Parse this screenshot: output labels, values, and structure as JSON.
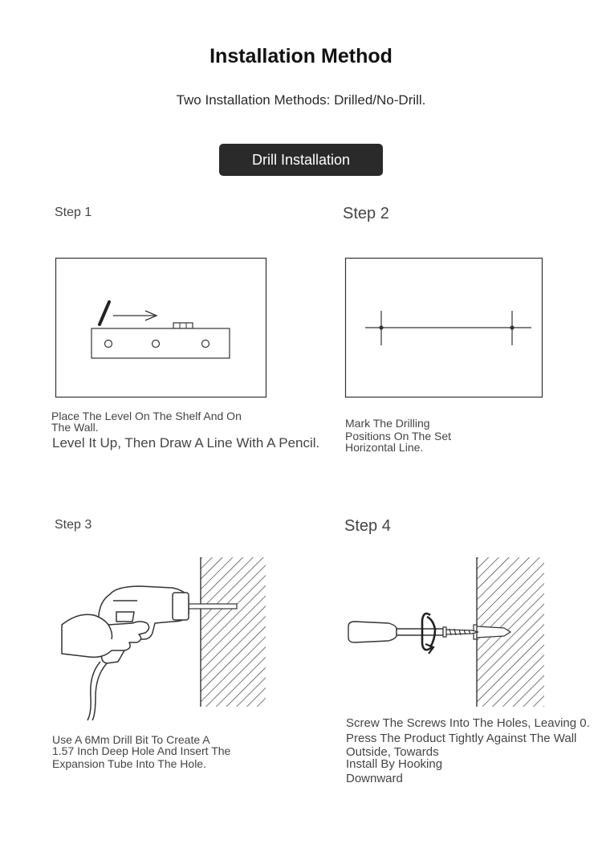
{
  "header": {
    "title": "Installation Method",
    "subtitle": "Two Installation Methods: Drilled/No-Drill.",
    "badge": "Drill Installation"
  },
  "steps": [
    {
      "label": "Step 1",
      "caption_lines": [
        "Place The Level On The Shelf And On",
        "The Wall."
      ],
      "caption_large": "Level It Up, Then Draw A Line With A Pencil."
    },
    {
      "label": "Step 2",
      "caption_lines": [
        "Mark The Drilling",
        "Positions On The Set",
        "Horizontal Line."
      ]
    },
    {
      "label": "Step 3",
      "caption_lines": [
        "Use A 6Mm Drill Bit To Create A",
        "1.57 Inch Deep Hole And Insert The",
        "Expansion Tube Into The Hole."
      ]
    },
    {
      "label": "Step 4",
      "caption_lines": [
        "Screw The Screws Into The Holes, Leaving 0.",
        "Press The Product Tightly Against The Wall",
        "Outside, Towards",
        "Install By Hooking",
        "Downward"
      ]
    }
  ],
  "colors": {
    "badge_bg": "#2a2a2a",
    "line": "#333333"
  }
}
